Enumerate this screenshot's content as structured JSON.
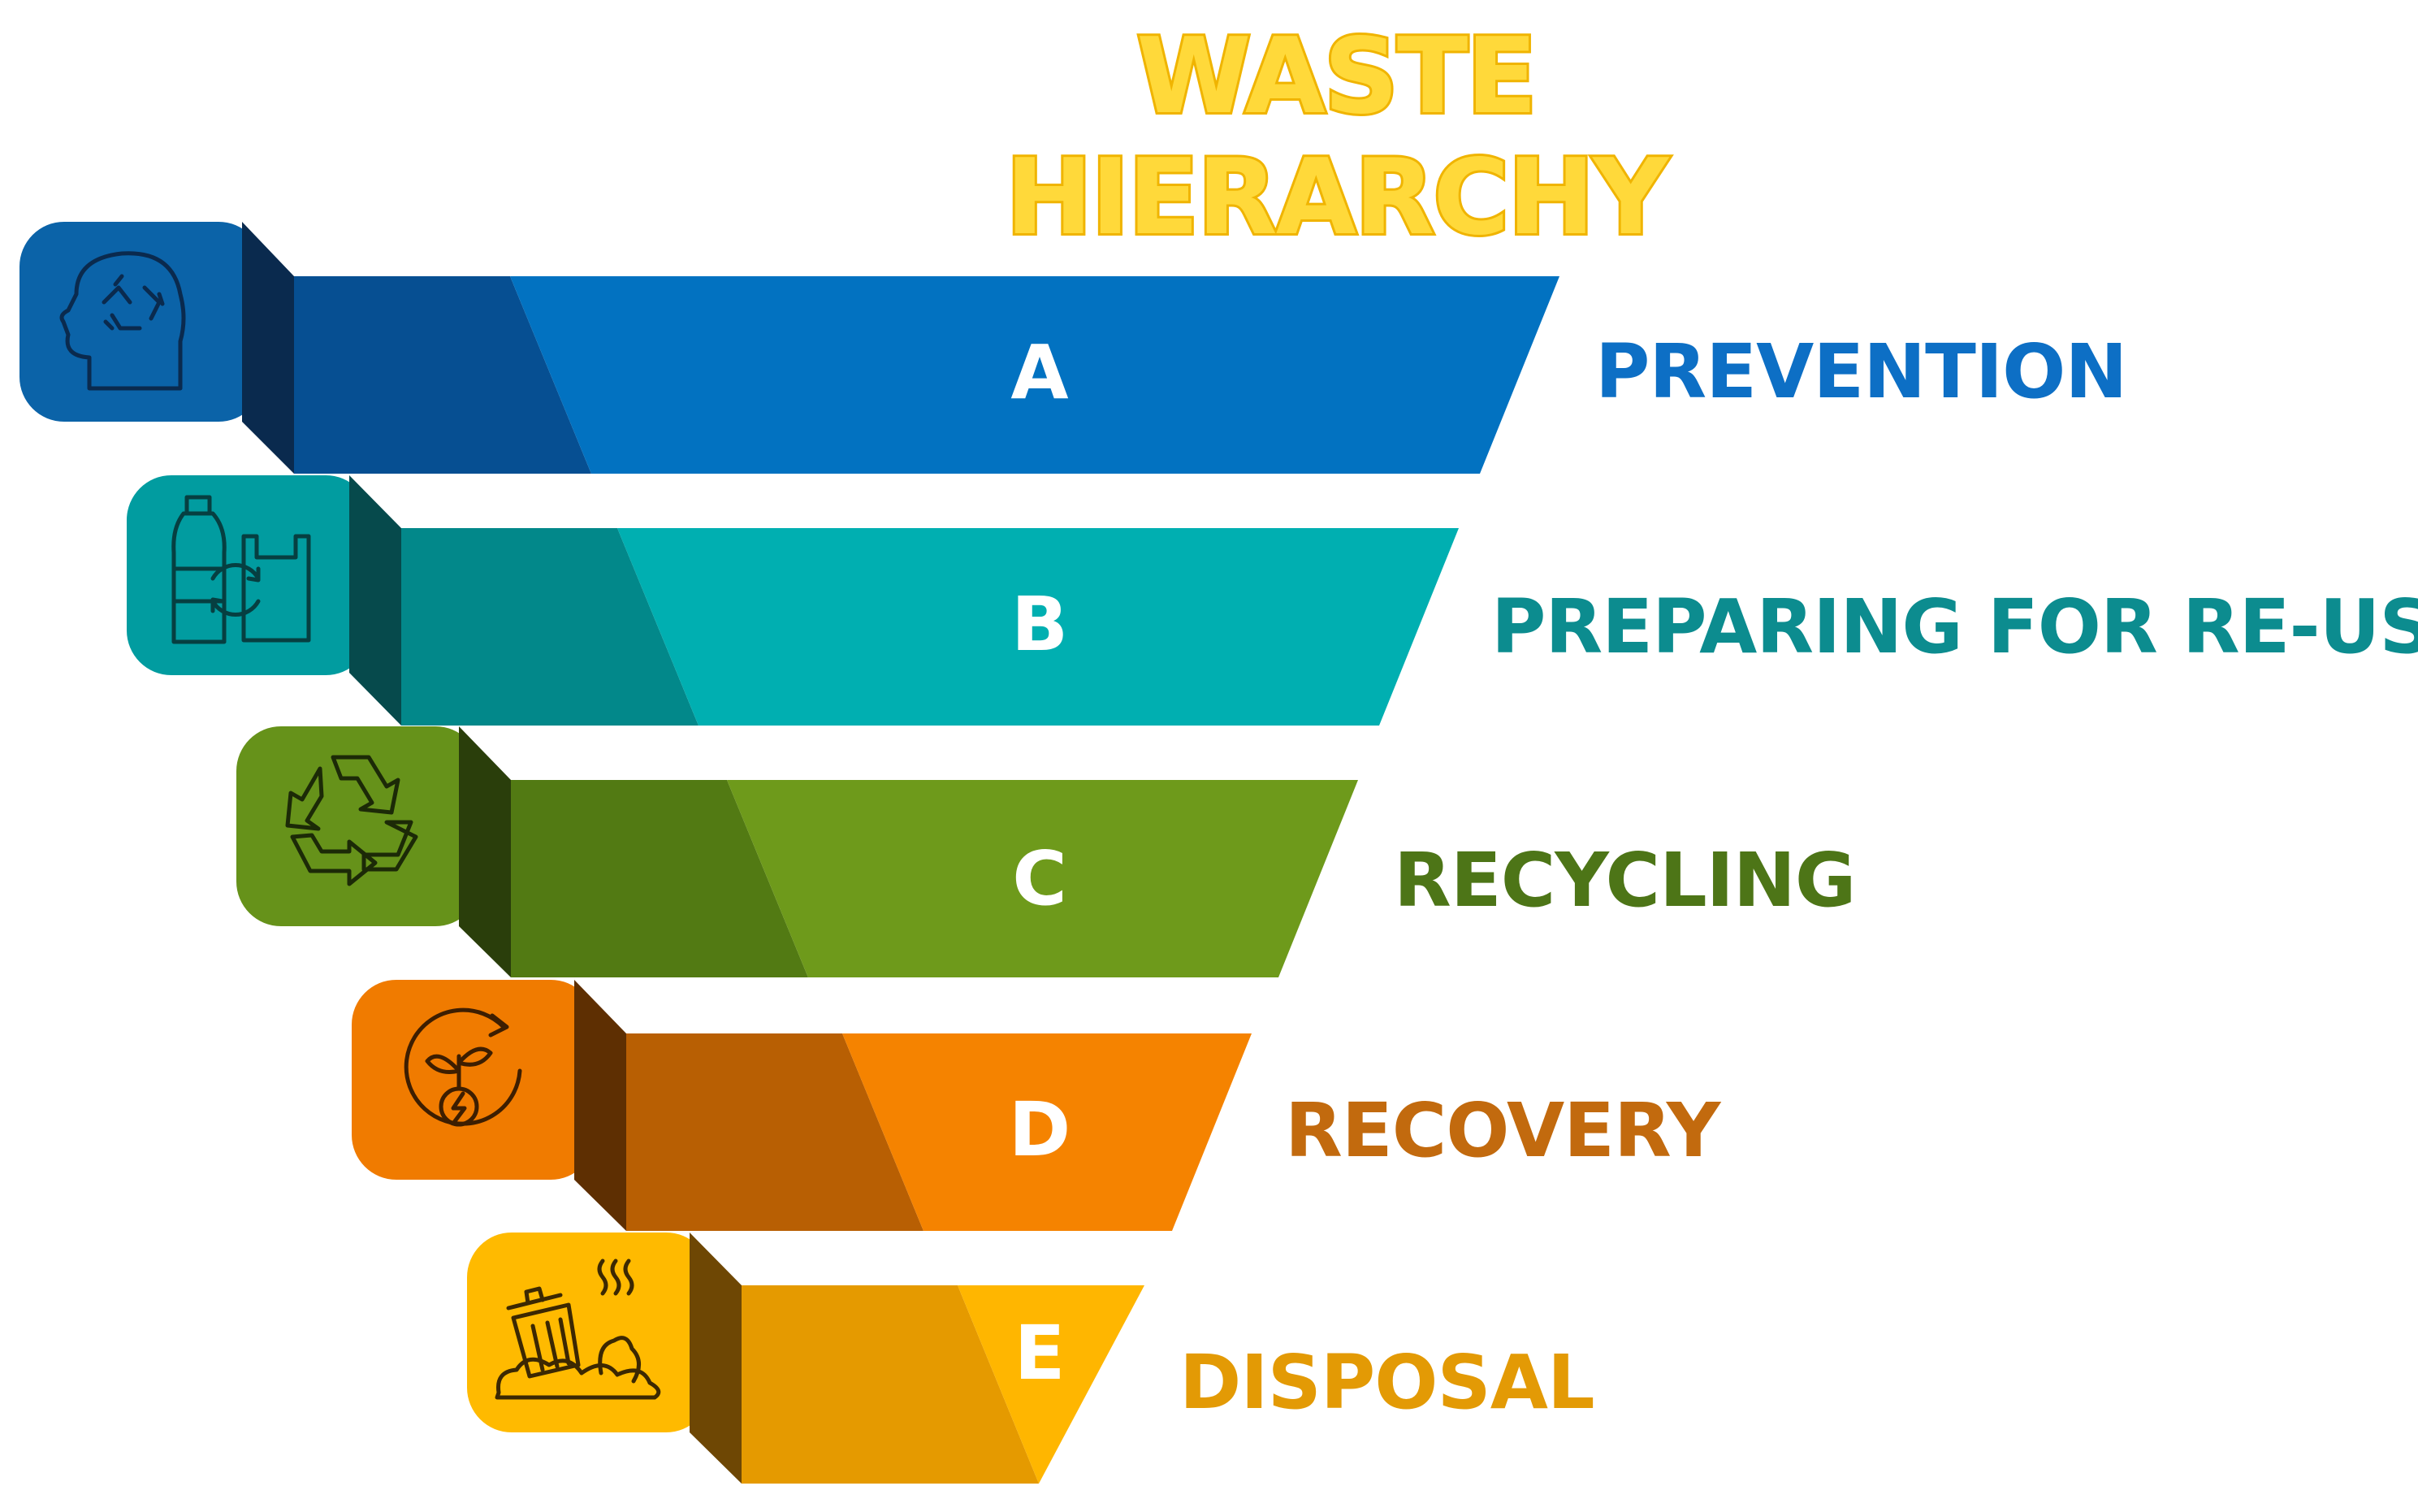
{
  "title": "WASTE HIERARCHY",
  "title_color": "#ffd93a",
  "tiers": [
    {
      "letter": "A",
      "label": "PREVENTION",
      "icon": "head-recycle-icon",
      "color": "#0272c1",
      "label_color": "#0d6fc5"
    },
    {
      "letter": "B",
      "label": "PREPARING FOR RE-USE",
      "icon": "bottles-reuse-icon",
      "color": "#00afb1",
      "label_color": "#0c8c8f"
    },
    {
      "letter": "C",
      "label": "RECYCLING",
      "icon": "recycle-arrows-icon",
      "color": "#6e9a1b",
      "label_color": "#4d7517"
    },
    {
      "letter": "D",
      "label": "RECOVERY",
      "icon": "energy-recovery-icon",
      "color": "#f58300",
      "label_color": "#c26a0e"
    },
    {
      "letter": "E",
      "label": "DISPOSAL",
      "icon": "landfill-waste-icon",
      "color": "#ffb600",
      "label_color": "#e39a05"
    }
  ]
}
